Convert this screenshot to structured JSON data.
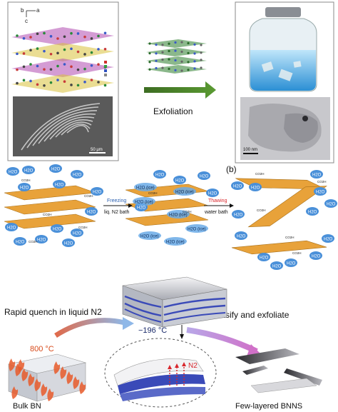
{
  "panel_a": {
    "axis_b": "b",
    "axis_a": "a",
    "axis_c": "c",
    "scale_left": "50 μm",
    "scale_right": "100 nm",
    "exfoliation_label": "Exfoliation"
  },
  "panel_b": {
    "tag": "(b)",
    "molecule": "H2O",
    "ice": "H2O (ice)",
    "co2h": "CO2H",
    "freezing": "Freezing",
    "bath1": "liq. N2 bath",
    "thawing": "Thawing",
    "bath2": "water bath"
  },
  "panel_c": {
    "quench": "Rapid quench in liquid N2",
    "gasify": "Gasify and exfoliate",
    "temp_hot": "800 °C",
    "temp_cold": "−196 °C",
    "n2": "N2",
    "bulk": "Bulk BN",
    "few": "Few-layered BNNS"
  },
  "colors": {
    "orange_sheet": "#e8a23a",
    "water_blue": "#4a90d9",
    "arrow_green": "#4a7a2a",
    "freeze_blue": "#2a5fb0",
    "thaw_red": "#d8262c",
    "hot_red": "#d84a1a",
    "cold_navy": "#1a2a6a"
  }
}
